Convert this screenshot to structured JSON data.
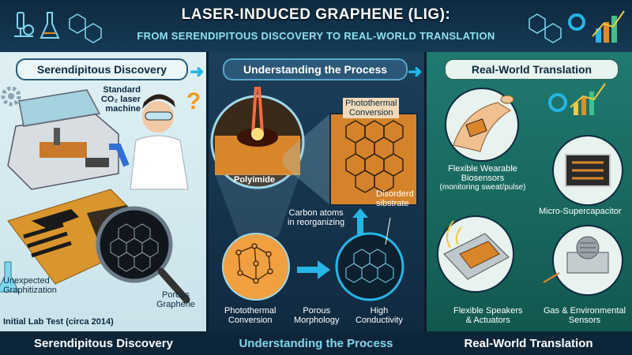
{
  "header": {
    "title": "LASER-INDUCED GRAPHENE (LIG):",
    "subtitle": "FROM SERENDIPITOUS DISCOVERY TO REAL-WORLD TRANSLATION"
  },
  "sections": {
    "discovery": {
      "heading": "Serendipitous Discovery",
      "laser_label_1": "Standard",
      "laser_label_2": "CO₂ laser",
      "laser_label_3": "machine",
      "unexpected_1": "Unexpected",
      "unexpected_2": "Graphitization",
      "porous_1": "Porous",
      "porous_2": "Graphene",
      "initial_test": "Initial Lab Test (circa 2014)",
      "question_mark": "?"
    },
    "process": {
      "heading": "Understanding the Process",
      "photothermal_top_1": "Photothermal",
      "photothermal_top_2": "Conversion",
      "polyimide": "Polyimide",
      "disordered_1": "Disorderd",
      "disordered_2": "sibstrate",
      "carbon_1": "Carbon atoms",
      "carbon_2": "in reorganizing",
      "photothermal_bottom_1": "Photothermal",
      "photothermal_bottom_2": "Conversion",
      "porous_1": "Porous",
      "porous_2": "Morphology",
      "high_1": "High",
      "high_2": "Conductivity"
    },
    "translation": {
      "heading": "Real-World Translation",
      "wearable_1": "Flexible Wearable",
      "wearable_2": "Biosensors",
      "wearable_3": "(monitoring sweat/pulse)",
      "supercap": "Micro-Supercapacitor",
      "speakers_1": "Flexible Speakers",
      "speakers_2": "& Actuators",
      "gas_1": "Gas & Environmental",
      "gas_2": "Sensors"
    }
  },
  "footer": {
    "discovery": "Serendipitous Discovery",
    "process": "Understanding the Process",
    "translation": "Real-World Translation"
  },
  "colors": {
    "accent": "#25b6e6",
    "panel_left": "#dff0f4",
    "panel_mid": "#1c3f5a",
    "panel_right": "#1f7a70",
    "graphene": "#e08a2a"
  },
  "icons": [
    "microscope-icon",
    "flask-icon",
    "hexagon-network-icon",
    "chart-icon",
    "gear-icon",
    "magnifier-icon",
    "hand-icon",
    "speaker-icon",
    "sensor-icon"
  ]
}
